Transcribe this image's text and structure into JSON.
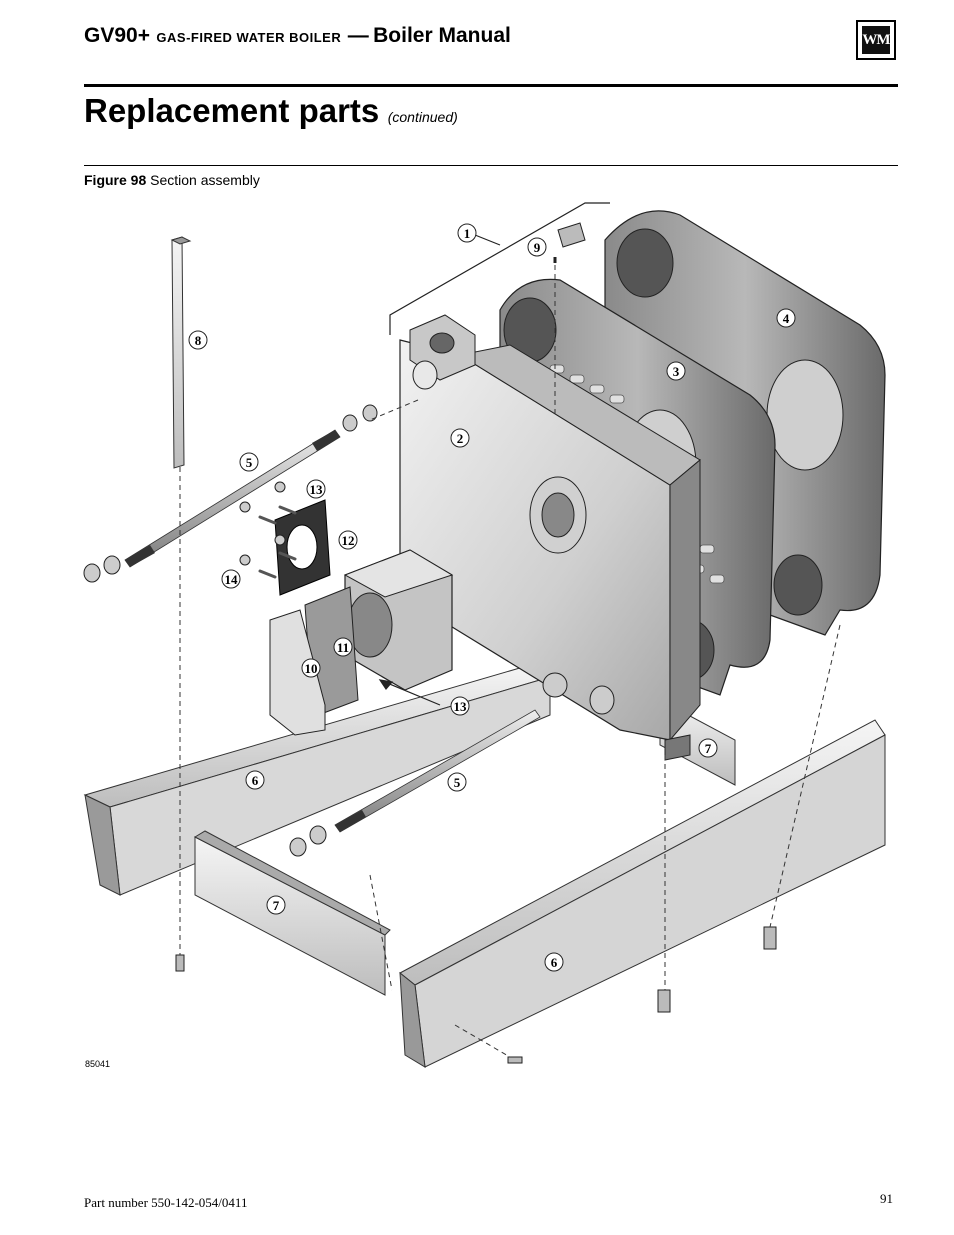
{
  "header": {
    "model": "GV90+",
    "description": "gas-fired water boiler",
    "separator": "—",
    "manual": "Boiler Manual",
    "logo_text": "WM"
  },
  "section": {
    "title": "Replacement parts",
    "continued": "(continued)"
  },
  "figure": {
    "number": "Figure 98",
    "caption": "Section assembly",
    "drawing_id": "85041",
    "callouts": [
      "1",
      "2",
      "3",
      "4",
      "5",
      "5",
      "6",
      "6",
      "7",
      "7",
      "8",
      "9",
      "10",
      "11",
      "12",
      "13",
      "13",
      "14"
    ]
  },
  "footer": {
    "part_number": "Part number 550-142-054/0411",
    "page": "91"
  },
  "colors": {
    "metal_light": "#e6e6e6",
    "metal_mid": "#b5b5b5",
    "metal_dark": "#6e6e6e",
    "outline": "#222222"
  }
}
